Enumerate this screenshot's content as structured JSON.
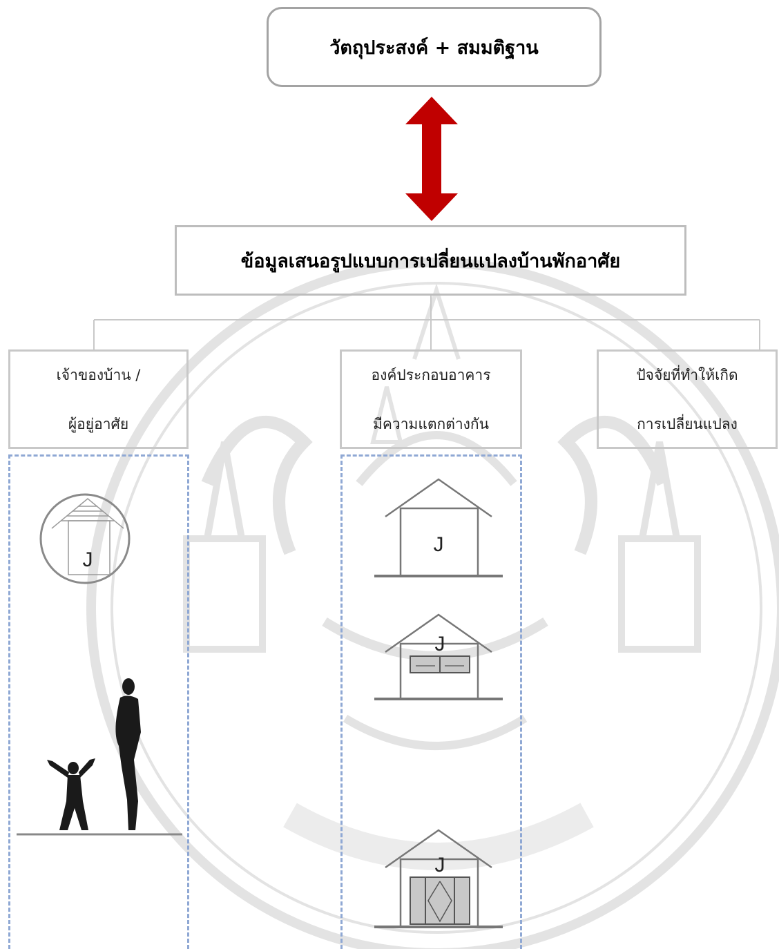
{
  "diagram": {
    "top_box": "วัตถุประสงค์ + สมมติฐาน",
    "main_box": "ข้อมูลเสนอรูปแบบการเปลี่ยนแปลงบ้านพักอาศัย",
    "branches": [
      {
        "line1": "เจ้าของบ้าน /",
        "line2": "ผู้อยู่อาศัย"
      },
      {
        "line1": "องค์ประกอบอาคาร",
        "line2": "มีความแตกต่างกัน"
      },
      {
        "line1": "ปัจจัยที่ทำให้เกิด",
        "line2": "การเปลี่ยนแปลง"
      }
    ],
    "house_letter": "J"
  },
  "colors": {
    "arrow": "#c00000",
    "box_border": "#bdbdbd",
    "dash_border": "#8fa8d4",
    "connector": "#c8c8c8"
  },
  "icons": [
    "double-arrow-icon",
    "house-in-circle-icon",
    "people-silhouette-icon",
    "house-icon",
    "house-window-icon",
    "house-door-icon",
    "watermark-seal"
  ]
}
